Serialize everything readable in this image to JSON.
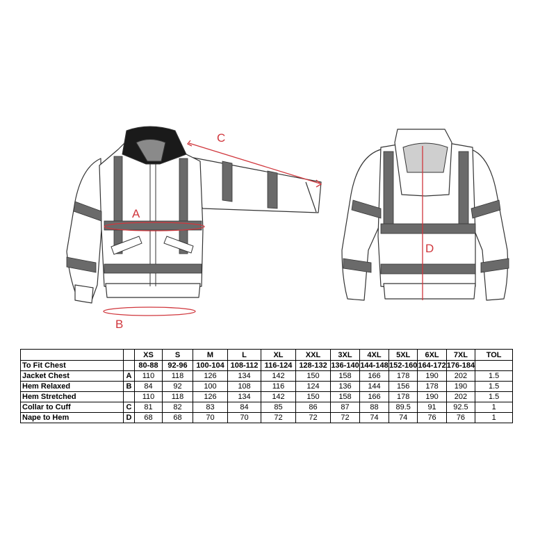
{
  "diagram": {
    "labels": [
      "A",
      "B",
      "C",
      "D"
    ]
  },
  "table": {
    "sizes": [
      "XS",
      "S",
      "M",
      "L",
      "XL",
      "XXL",
      "3XL",
      "4XL",
      "5XL",
      "6XL",
      "7XL"
    ],
    "tol_header": "TOL",
    "fit_row": {
      "label": "To Fit Chest",
      "values": [
        "80-88",
        "92-96",
        "100-104",
        "108-112",
        "116-124",
        "128-132",
        "136-140",
        "144-148",
        "152-160",
        "164-172",
        "176-184"
      ]
    },
    "rows": [
      {
        "label": "Jacket Chest",
        "code": "A",
        "values": [
          "110",
          "118",
          "126",
          "134",
          "142",
          "150",
          "158",
          "166",
          "178",
          "190",
          "202"
        ],
        "tol": "1.5"
      },
      {
        "label": "Hem Relaxed",
        "code": "B",
        "values": [
          "84",
          "92",
          "100",
          "108",
          "116",
          "124",
          "136",
          "144",
          "156",
          "178",
          "190"
        ],
        "tol": "1.5"
      },
      {
        "label": "Hem Stretched",
        "code": "",
        "values": [
          "110",
          "118",
          "126",
          "134",
          "142",
          "150",
          "158",
          "166",
          "178",
          "190",
          "202"
        ],
        "tol": "1.5"
      },
      {
        "label": "Collar to Cuff",
        "code": "C",
        "values": [
          "81",
          "82",
          "83",
          "84",
          "85",
          "86",
          "87",
          "88",
          "89.5",
          "91",
          "92.5"
        ],
        "tol": "1"
      },
      {
        "label": "Nape to Hem",
        "code": "D",
        "values": [
          "68",
          "68",
          "70",
          "70",
          "72",
          "72",
          "72",
          "74",
          "74",
          "76",
          "76"
        ],
        "tol": "1"
      }
    ]
  },
  "colors": {
    "measure": "#d0363c",
    "tape": "#6a6a6a",
    "outline": "#333333",
    "collar": "#1a1a1a"
  }
}
